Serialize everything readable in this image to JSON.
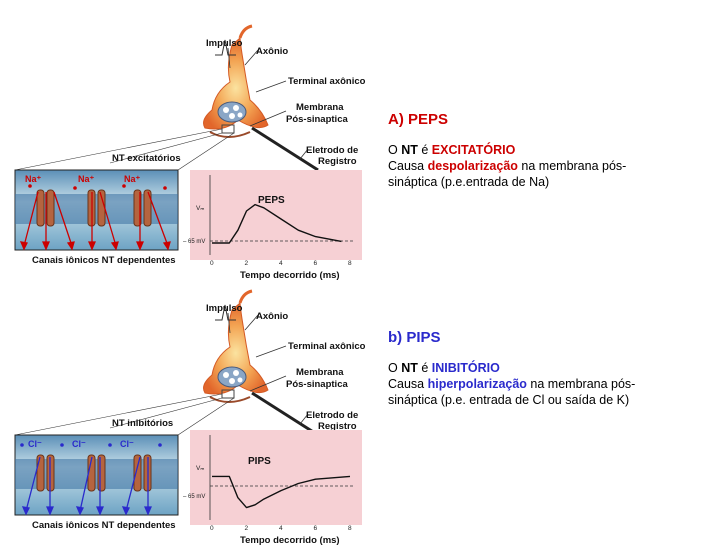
{
  "colors": {
    "excitatory_accent": "#cc0000",
    "inhibitory_accent": "#2a2acc",
    "graph_background": "#f6d0d4",
    "membrane_background": "#b9d6e2",
    "channel": "#b5643f"
  },
  "panels": [
    {
      "labels": {
        "impulse": "Impulso",
        "axon": "Axônio",
        "terminal": "Terminal axônico",
        "membrane": "Membrana",
        "postsynaptic": "Pós-sinaptica",
        "electrode": "Eletrodo de",
        "record": "Registro",
        "nt": "NT excitatórios",
        "ion": "Na⁺",
        "channels": "Canais iônicos NT dependentes"
      },
      "chart_data": {
        "type": "line",
        "title": "PEPS",
        "xlabel": "Tempo decorrido (ms)",
        "ylabel": "Vₘ",
        "y_ref_label": "– 65 mV",
        "x_ticks": [
          "0",
          "2",
          "4",
          "6",
          "8"
        ],
        "xlim": [
          0,
          8
        ],
        "ylim": [
          -10,
          30
        ],
        "x": [
          0,
          1,
          1.5,
          2,
          2.5,
          3,
          4,
          5,
          6,
          7,
          7.5
        ],
        "values": [
          0,
          0,
          8,
          20,
          24,
          22,
          15,
          8,
          4,
          2,
          1
        ]
      },
      "text": {
        "heading": "A) PEPS",
        "l1_pre": "O ",
        "l1_nt": "NT",
        "l1_mid": " é ",
        "l1_kind": "EXCITATÓRIO",
        "l2_pre": "Causa ",
        "l2_effect": "despolarização",
        "l2_post": " na membrana pós-",
        "l3": "sináptica (p.e.entrada de Na)"
      }
    },
    {
      "labels": {
        "impulse": "Impulso",
        "axon": "Axônio",
        "terminal": "Terminal axônico",
        "membrane": "Membrana",
        "postsynaptic": "Pós-sinaptica",
        "electrode": "Eletrodo de",
        "record": "Registro",
        "nt": "NT inibitórios",
        "ion": "Cl⁻",
        "channels": "Canais iônicos NT dependentes"
      },
      "chart_data": {
        "type": "line",
        "title": "PIPS",
        "xlabel": "Tempo decorrido (ms)",
        "ylabel": "Vₘ",
        "y_ref_label": "– 65 mV",
        "x_ticks": [
          "0",
          "2",
          "4",
          "6",
          "8"
        ],
        "xlim": [
          0,
          8
        ],
        "ylim": [
          -30,
          20
        ],
        "x": [
          0,
          1,
          1.5,
          2,
          2.5,
          3,
          4,
          5,
          6,
          7,
          8
        ],
        "values": [
          0,
          0,
          -15,
          -22,
          -20,
          -16,
          -10,
          -5,
          -2,
          -1,
          0
        ]
      },
      "text": {
        "heading": "b) PIPS",
        "l1_pre": "O ",
        "l1_nt": "NT",
        "l1_mid": " é ",
        "l1_kind": "INIBITÓRIO",
        "l2_pre": "Causa ",
        "l2_effect": "hiperpolarização",
        "l2_post": " na membrana pós-",
        "l3": "sináptica (p.e. entrada de Cl ou  saída de K)"
      }
    }
  ]
}
